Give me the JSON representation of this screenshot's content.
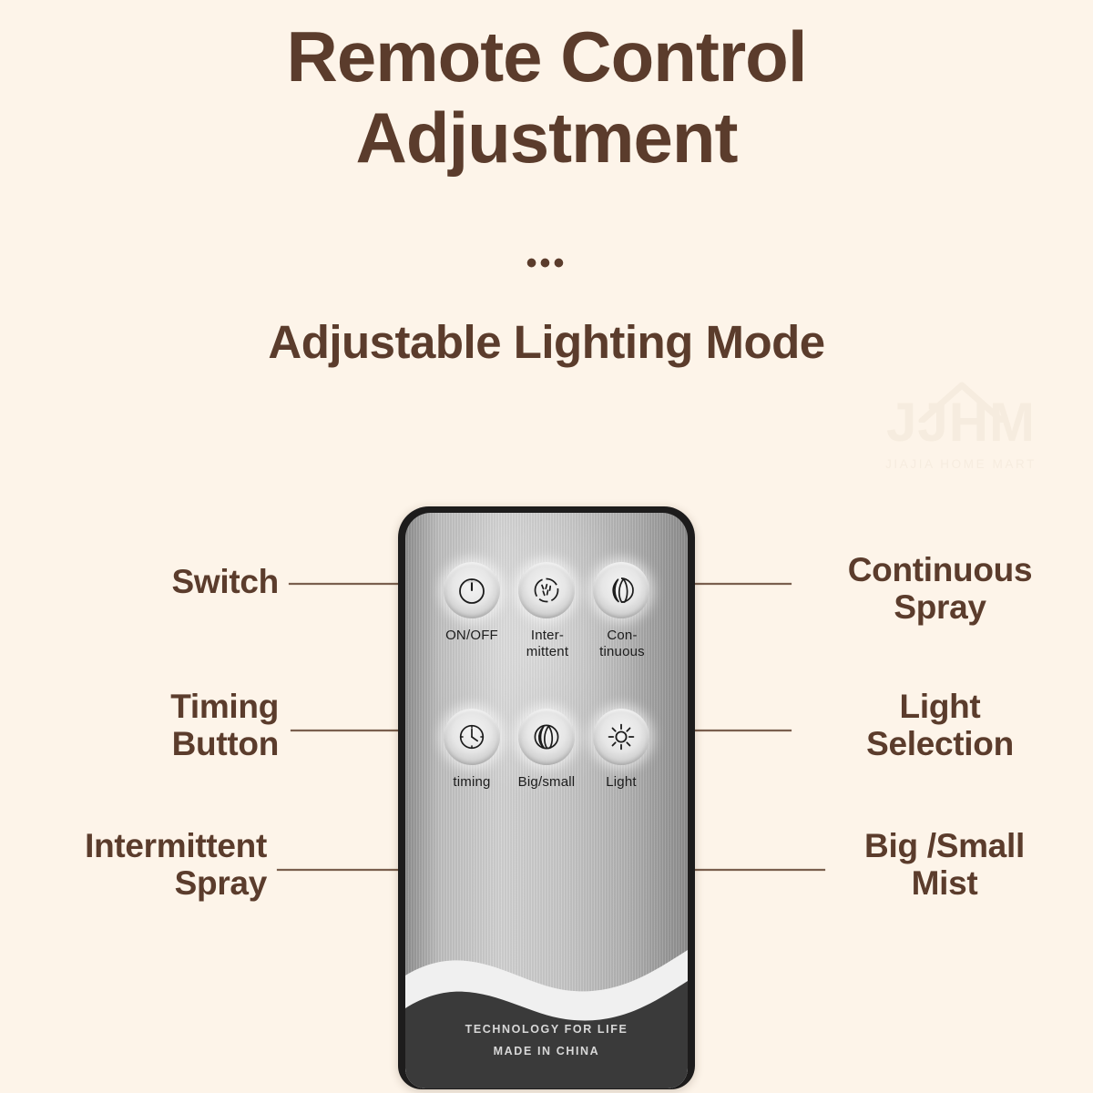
{
  "heading": {
    "title_line1": "Remote Control",
    "title_line2": "Adjustment",
    "divider": "•••",
    "subtitle": "Adjustable Lighting Mode"
  },
  "watermark": {
    "mark": "JJHM",
    "tagline": "JIAJIA HOME MART",
    "icon": "house-roof-icon"
  },
  "remote": {
    "buttons": [
      {
        "id": "on-off",
        "icon": "power-icon",
        "label": "ON/OFF"
      },
      {
        "id": "inter",
        "icon": "intermittent-mist-icon",
        "label": "Inter-\nmittent",
        "label_line1": "Inter-",
        "label_line2": "mittent"
      },
      {
        "id": "cont",
        "icon": "continuous-mist-icon",
        "label": "Con-\ntinuous",
        "label_line1": "Con-",
        "label_line2": "tinuous"
      },
      {
        "id": "timing",
        "icon": "clock-icon",
        "label": "timing"
      },
      {
        "id": "bigsmall",
        "icon": "mist-circle-icon",
        "label": "Big/small"
      },
      {
        "id": "light",
        "icon": "sun-icon",
        "label": "Light"
      }
    ],
    "brand_line1": "TECHNOLOGY FOR LIFE",
    "brand_line2": "MADE IN CHINA"
  },
  "callouts": {
    "switch": "Switch",
    "timing_l1": "Timing",
    "timing_l2": "Button",
    "intermittent_l1": "Intermittent",
    "intermittent_l2": "Spray",
    "continuous_l1": "Continuous",
    "continuous_l2": "Spray",
    "light_l1": "Light",
    "light_l2": "Selection",
    "bigsmall_l1": "Big /Small",
    "bigsmall_l2": "Mist"
  },
  "colors": {
    "background": "#fdf4e9",
    "text_brown": "#5b3c2c",
    "line": "#7a5f4e",
    "remote_border": "#1d1c1c",
    "remote_face": "#c8c8c8",
    "wave_dark": "#3a3a3a"
  }
}
